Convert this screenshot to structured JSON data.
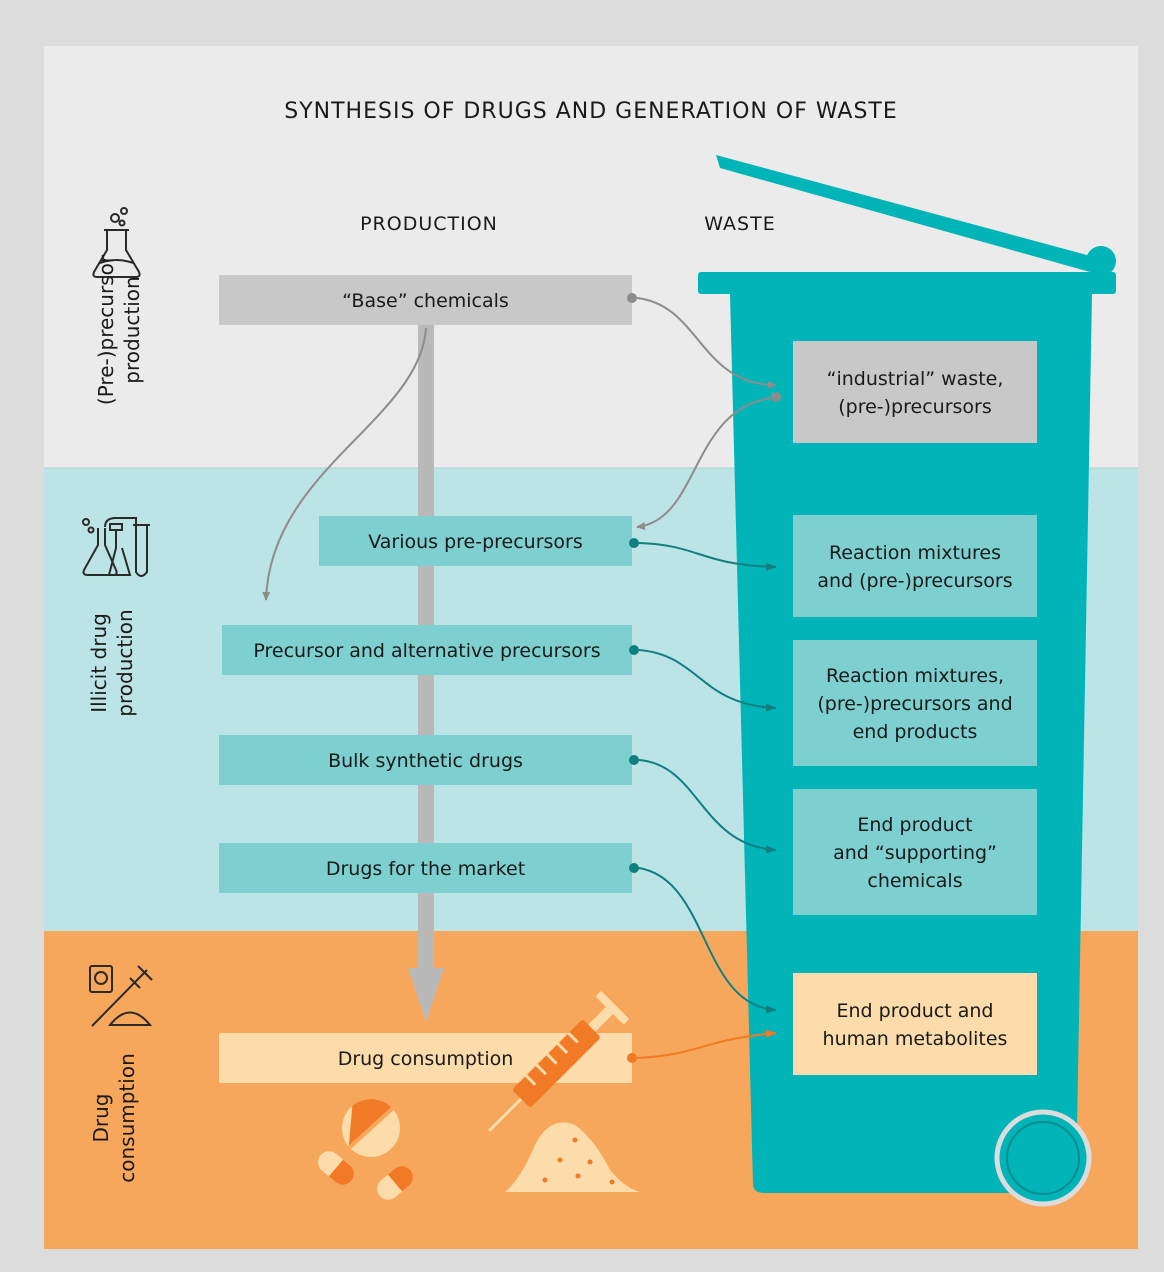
{
  "title": "SYNTHESIS OF DRUGS AND GENERATION OF WASTE",
  "columns": {
    "production": "PRODUCTION",
    "waste": "WASTE"
  },
  "stages": [
    {
      "line1": "(Pre-)precursor",
      "line2": "production",
      "band_color": "#ebebeb",
      "icon": "flask-icon"
    },
    {
      "line1": "Illicit drug",
      "line2": "production",
      "band_color": "#bce3e6",
      "icon": "lab-equipment-icon"
    },
    {
      "line1": "Drug",
      "line2": "consumption",
      "band_color": "#f7a75b",
      "icon": "drug-paraphernalia-icon"
    }
  ],
  "production_steps": [
    {
      "label": "“Base” chemicals",
      "color": "#c8c8c8"
    },
    {
      "label": "Various pre-precursors",
      "color": "#7ecfd0"
    },
    {
      "label": "Precursor and alternative precursors",
      "color": "#7ecfd0"
    },
    {
      "label": "Bulk synthetic drugs",
      "color": "#7ecfd0"
    },
    {
      "label": "Drugs for the market",
      "color": "#7ecfd0"
    },
    {
      "label": "Drug consumption",
      "color": "#fcdcab"
    }
  ],
  "waste_items": [
    {
      "lines": [
        "“industrial” waste,",
        "(pre-)precursors"
      ],
      "color": "#c8c8c8"
    },
    {
      "lines": [
        "Reaction mixtures",
        "and (pre-)precursors"
      ],
      "color": "#7ecfd0"
    },
    {
      "lines": [
        "Reaction mixtures,",
        "(pre-)precursors and",
        "end products"
      ],
      "color": "#7ecfd0"
    },
    {
      "lines": [
        "End product",
        "and “supporting”",
        "chemicals"
      ],
      "color": "#7ecfd0"
    },
    {
      "lines": [
        "End product and",
        "human metabolites"
      ],
      "color": "#fcdcab"
    }
  ],
  "colors": {
    "bin": "#00b4b8",
    "gray_arrow": "#8c8c8c",
    "teal_arrow": "#0f7f80",
    "orange_arrow": "#f07a26",
    "main_flow": "#b9b9b9"
  },
  "illustration_icons": [
    "pills-icon",
    "syringe-icon",
    "powder-icon"
  ]
}
